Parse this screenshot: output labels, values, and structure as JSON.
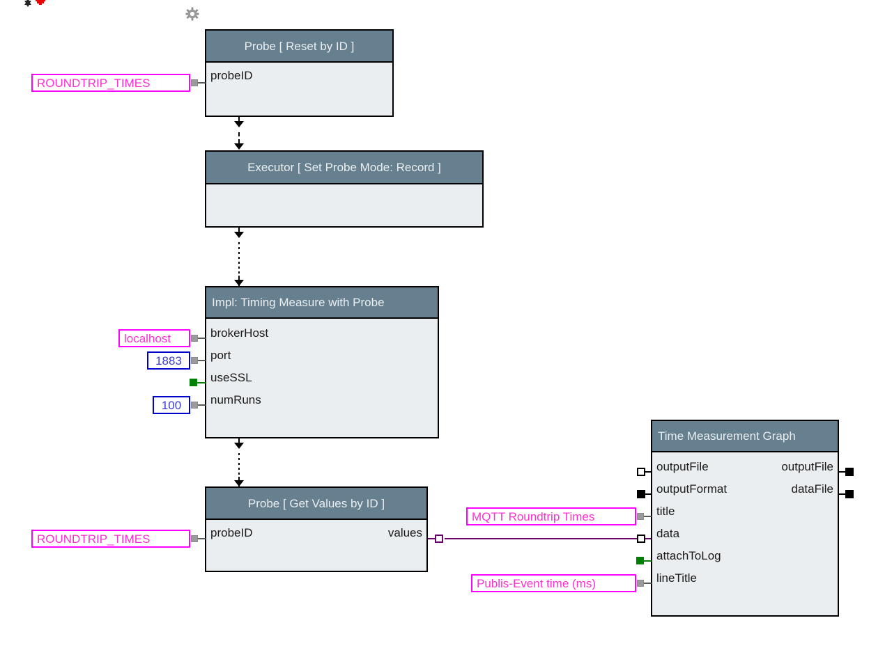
{
  "canvas": {
    "background": "#ffffff",
    "header_color": "#66808f",
    "body_color": "#eaeef0",
    "string_literal_color": "#ff00ff",
    "number_literal_color": "#0000cc",
    "boolean_true_color": "#008000",
    "data_link_color": "#6b006b"
  },
  "icons": {
    "pin_icon": "pin-icon",
    "stop_icon": "stop-icon",
    "gear_icon": "gear-icon"
  },
  "nodes": [
    {
      "id": "probe-reset",
      "title": "Probe [ Reset by ID ]",
      "inputs": [
        {
          "name": "probeID",
          "marker": "grey",
          "literal": {
            "value": "ROUNDTRIP_TIMES",
            "kind": "string"
          }
        }
      ],
      "outputs": []
    },
    {
      "id": "executor-set-probe-mode",
      "title": "Executor [ Set Probe Mode: Record ]",
      "inputs": [],
      "outputs": []
    },
    {
      "id": "impl-timing-measure",
      "title": "Impl: Timing Measure with Probe",
      "inputs": [
        {
          "name": "brokerHost",
          "marker": "grey",
          "literal": {
            "value": "localhost",
            "kind": "string"
          }
        },
        {
          "name": "port",
          "marker": "grey",
          "literal": {
            "value": "1883",
            "kind": "number"
          }
        },
        {
          "name": "useSSL",
          "marker": "green",
          "literal": null
        },
        {
          "name": "numRuns",
          "marker": "grey",
          "literal": {
            "value": "100",
            "kind": "number"
          }
        }
      ],
      "outputs": []
    },
    {
      "id": "probe-get-values",
      "title": "Probe [ Get Values by ID ]",
      "inputs": [
        {
          "name": "probeID",
          "marker": "grey",
          "literal": {
            "value": "ROUNDTRIP_TIMES",
            "kind": "string"
          }
        }
      ],
      "outputs": [
        {
          "name": "values",
          "marker": "white-purple"
        }
      ]
    },
    {
      "id": "time-measurement-graph",
      "title": "Time Measurement Graph",
      "inputs": [
        {
          "name": "outputFile",
          "marker": "white",
          "literal": null
        },
        {
          "name": "outputFormat",
          "marker": "black",
          "literal": null
        },
        {
          "name": "title",
          "marker": "grey",
          "literal": {
            "value": "MQTT Roundtrip Times",
            "kind": "string"
          }
        },
        {
          "name": "data",
          "marker": "white",
          "literal": null
        },
        {
          "name": "attachToLog",
          "marker": "green",
          "literal": null
        },
        {
          "name": "lineTitle",
          "marker": "grey",
          "literal": {
            "value": "Publis-Event time (ms)",
            "kind": "string"
          }
        }
      ],
      "outputs": [
        {
          "name": "outputFile",
          "marker": "black"
        },
        {
          "name": "dataFile",
          "marker": "black"
        }
      ]
    }
  ],
  "links": [
    {
      "from": "probe-reset",
      "to": "executor-set-probe-mode",
      "style": "dashed-flow"
    },
    {
      "from": "executor-set-probe-mode",
      "to": "impl-timing-measure",
      "style": "dotted-flow"
    },
    {
      "from": "impl-timing-measure",
      "to": "probe-get-values",
      "style": "dotted-flow"
    },
    {
      "from": "probe-get-values.values",
      "to": "time-measurement-graph.data",
      "style": "data"
    }
  ]
}
